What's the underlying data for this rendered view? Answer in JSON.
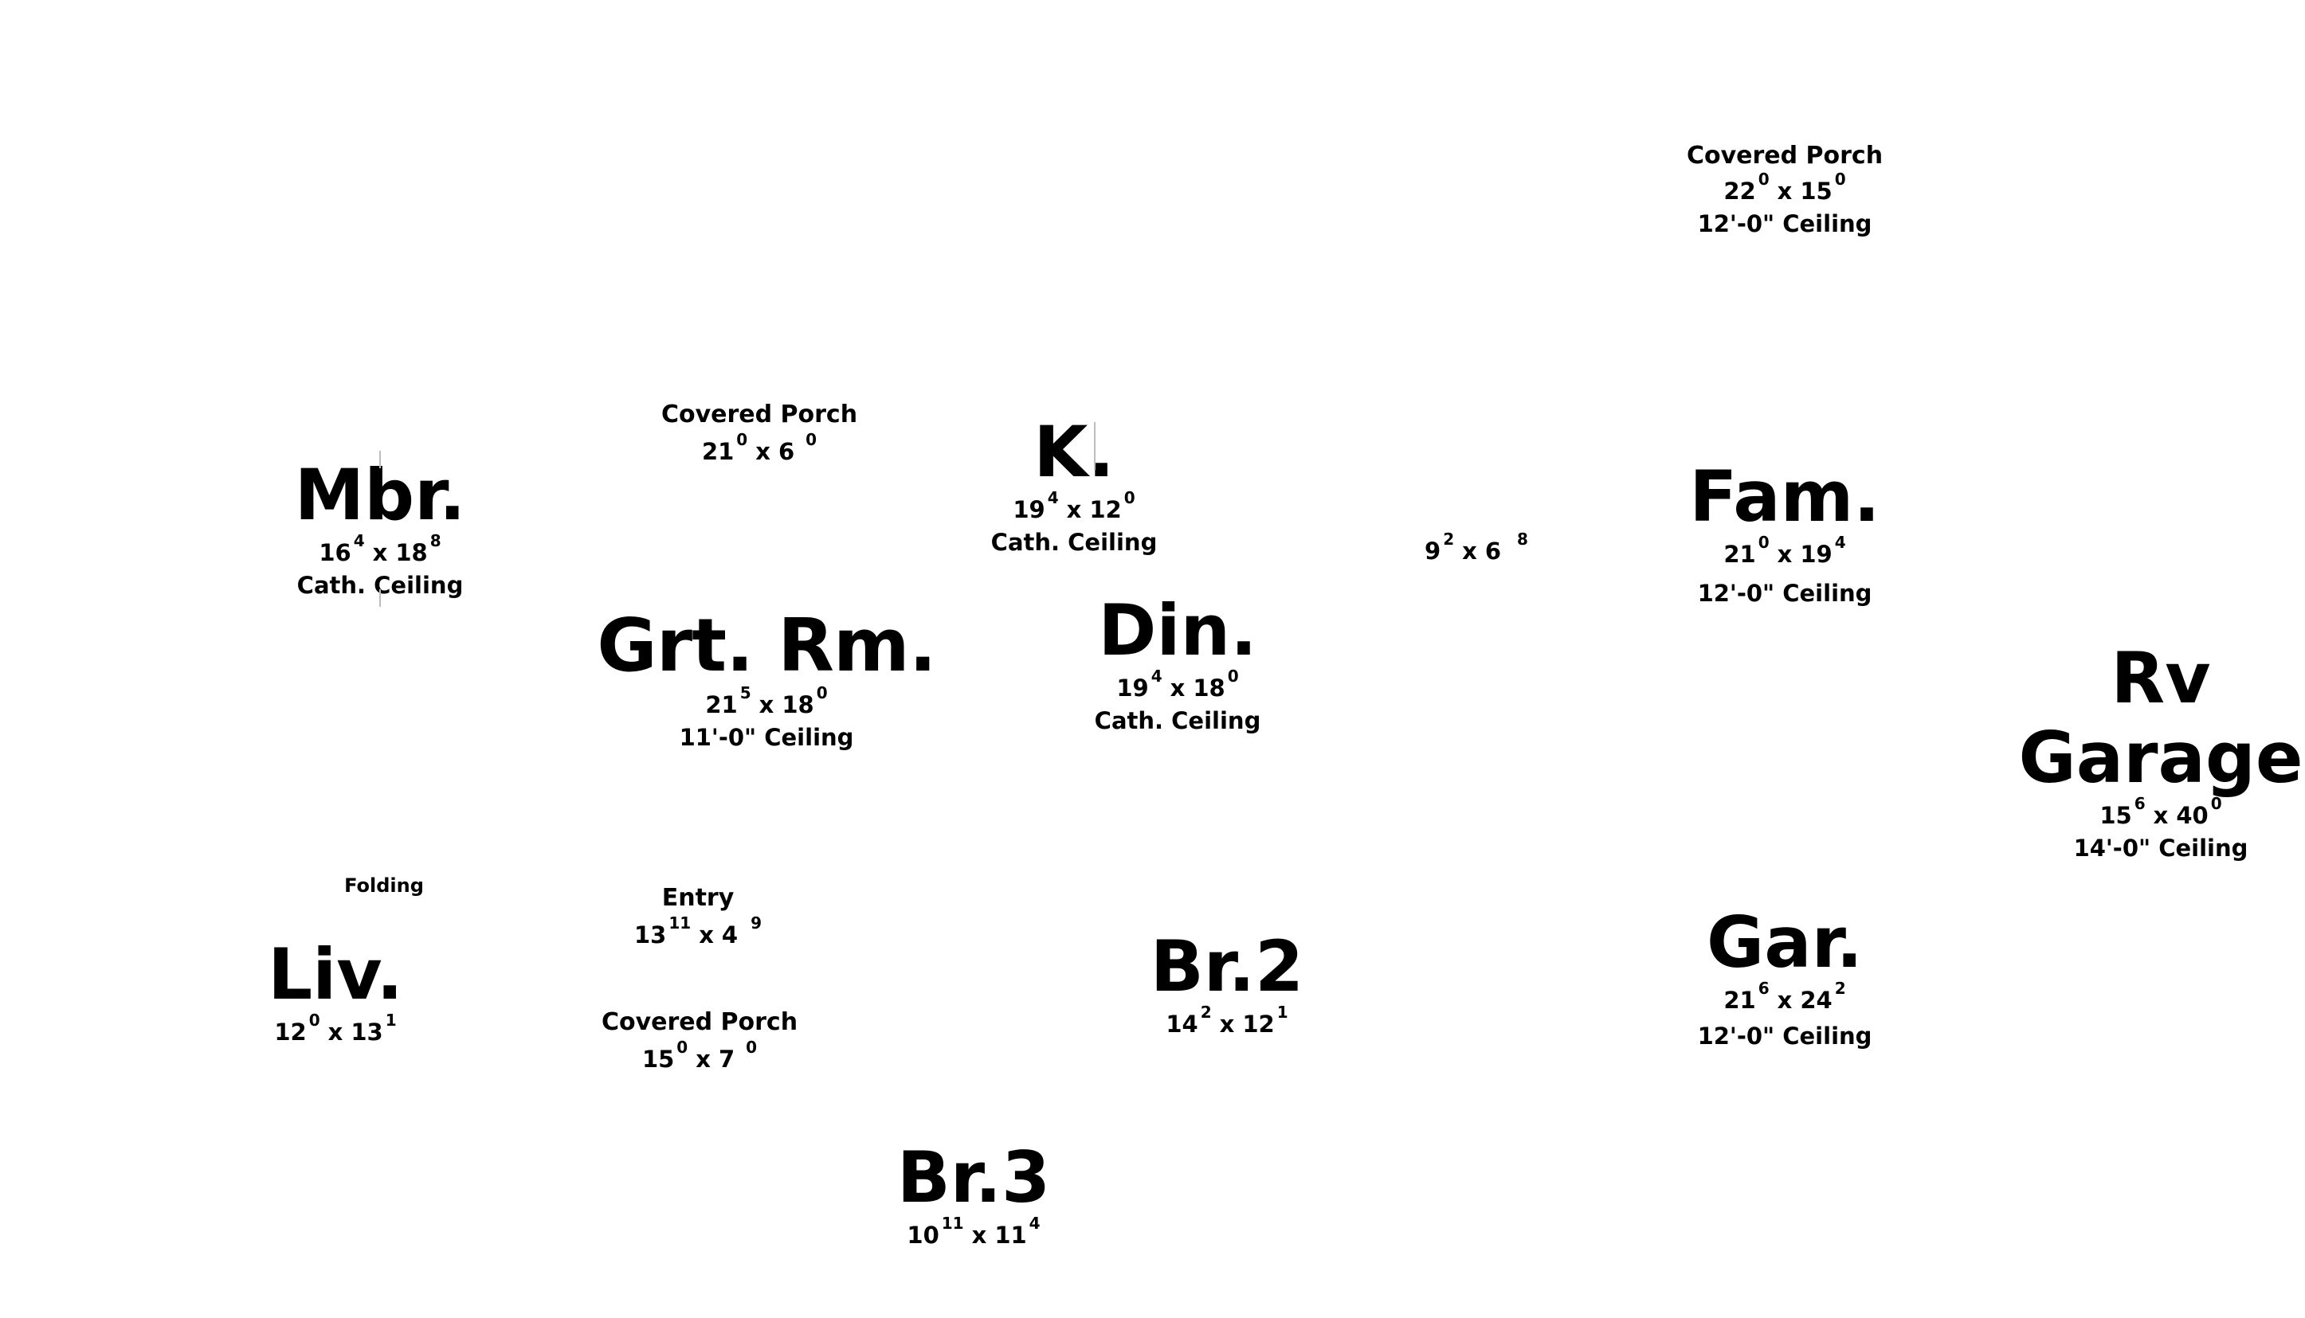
{
  "rooms": {
    "covered_porch_top": {
      "name": "Covered Porch",
      "w": "22",
      "w_in": "0",
      "d": "15",
      "d_in": "0",
      "ceiling": "12'-0\" Ceiling"
    },
    "covered_porch_mid": {
      "name": "Covered Porch",
      "w": "21",
      "w_in": "0",
      "d": "6",
      "d_in": "0"
    },
    "kitchen": {
      "name": "K.",
      "w": "19",
      "w_in": "4",
      "d": "12",
      "d_in": "0",
      "ceiling": "Cath. Ceiling"
    },
    "master_bedroom": {
      "name": "Mbr.",
      "w": "16",
      "w_in": "4",
      "d": "18",
      "d_in": "8",
      "ceiling": "Cath. Ceiling"
    },
    "family": {
      "name": "Fam.",
      "w": "21",
      "w_in": "0",
      "d": "19",
      "d_in": "4",
      "ceiling": "12'-0\" Ceiling"
    },
    "small_room": {
      "w": "9",
      "w_in": "2",
      "d": "6",
      "d_in": "8"
    },
    "great_room": {
      "name": "Grt. Rm.",
      "w": "21",
      "w_in": "5",
      "d": "18",
      "d_in": "0",
      "ceiling": "11'-0\" Ceiling"
    },
    "dining": {
      "name": "Din.",
      "w": "19",
      "w_in": "4",
      "d": "18",
      "d_in": "0",
      "ceiling": "Cath. Ceiling"
    },
    "rv_garage": {
      "name_line1": "Rv",
      "name_line2": "Garage",
      "w": "15",
      "w_in": "6",
      "d": "40",
      "d_in": "0",
      "ceiling": "14'-0\" Ceiling"
    },
    "folding": {
      "name": "Folding"
    },
    "entry": {
      "name": "Entry",
      "w": "13",
      "w_in": "11",
      "d": "4",
      "d_in": "9"
    },
    "living": {
      "name": "Liv.",
      "w": "12",
      "w_in": "0",
      "d": "13",
      "d_in": "1"
    },
    "covered_porch_bottom": {
      "name": "Covered Porch",
      "w": "15",
      "w_in": "0",
      "d": "7",
      "d_in": "0"
    },
    "bedroom_2": {
      "name": "Br.2",
      "w": "14",
      "w_in": "2",
      "d": "12",
      "d_in": "1"
    },
    "garage": {
      "name": "Gar.",
      "w": "21",
      "w_in": "6",
      "d": "24",
      "d_in": "2",
      "ceiling": "12'-0\" Ceiling"
    },
    "bedroom_3": {
      "name": "Br.3",
      "w": "10",
      "w_in": "11",
      "d": "11",
      "d_in": "4"
    }
  },
  "colors": {
    "text": "#000000",
    "background": "#ffffff"
  }
}
